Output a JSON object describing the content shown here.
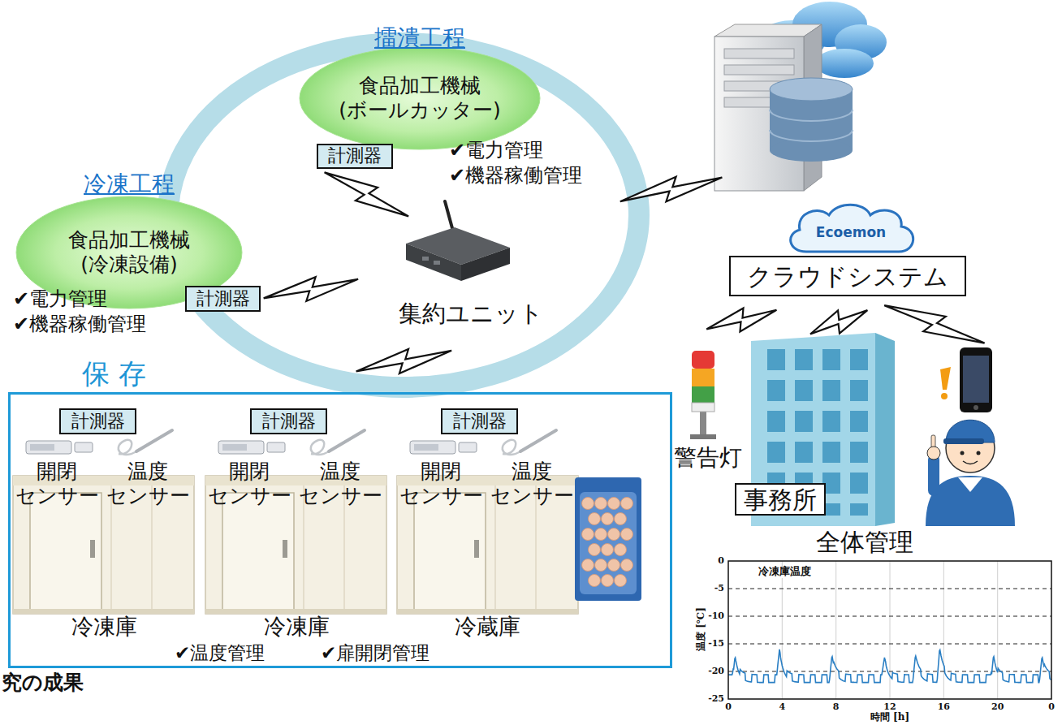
{
  "diagram": {
    "nodes": [
      {
        "text": [
          "擂潰工程",
          "食品加工機械 (ボールカッター)"
        ]
      },
      {
        "text": [
          "計測器"
        ]
      },
      {
        "text": [
          "冷凍工程",
          "食品加工機械 (冷凍設備)"
        ]
      },
      {
        "text": [
          "計測器"
        ]
      },
      {
        "text": [
          "保 存"
        ]
      },
      {
        "text": [
          "計測器"
        ],
        "in": 4
      },
      {
        "text": [
          "計測器"
        ],
        "in": 4
      },
      {
        "text": [
          "計測器"
        ],
        "in": 4
      },
      {
        "text": [
          "Ecoemon"
        ]
      },
      {
        "text": [
          "クラウドシステム"
        ]
      },
      {
        "text": [
          "事務所"
        ]
      }
    ],
    "labels": [
      "✔電力管理",
      "✔機器稼働管理",
      "✔電力管理",
      "✔機器稼働管理",
      "集約ユニット",
      "開閉 センサー",
      "温度 センサー",
      "開閉 センサー",
      "温度 センサー",
      "開閉 センサー",
      "温度 センサー",
      "冷凍庫",
      "冷凍庫",
      "冷蔵庫",
      "✔温度管理",
      "✔扉開閉管理",
      "究の成果",
      "警告灯",
      "全体管理",
      "冷凍庫温度",
      "0",
      "-5",
      "-10",
      "-15",
      "-20",
      "-25",
      "0",
      "4",
      "8",
      "12",
      "16",
      "20",
      "0",
      "温度 [℃]",
      "時間 [h]"
    ]
  }
}
